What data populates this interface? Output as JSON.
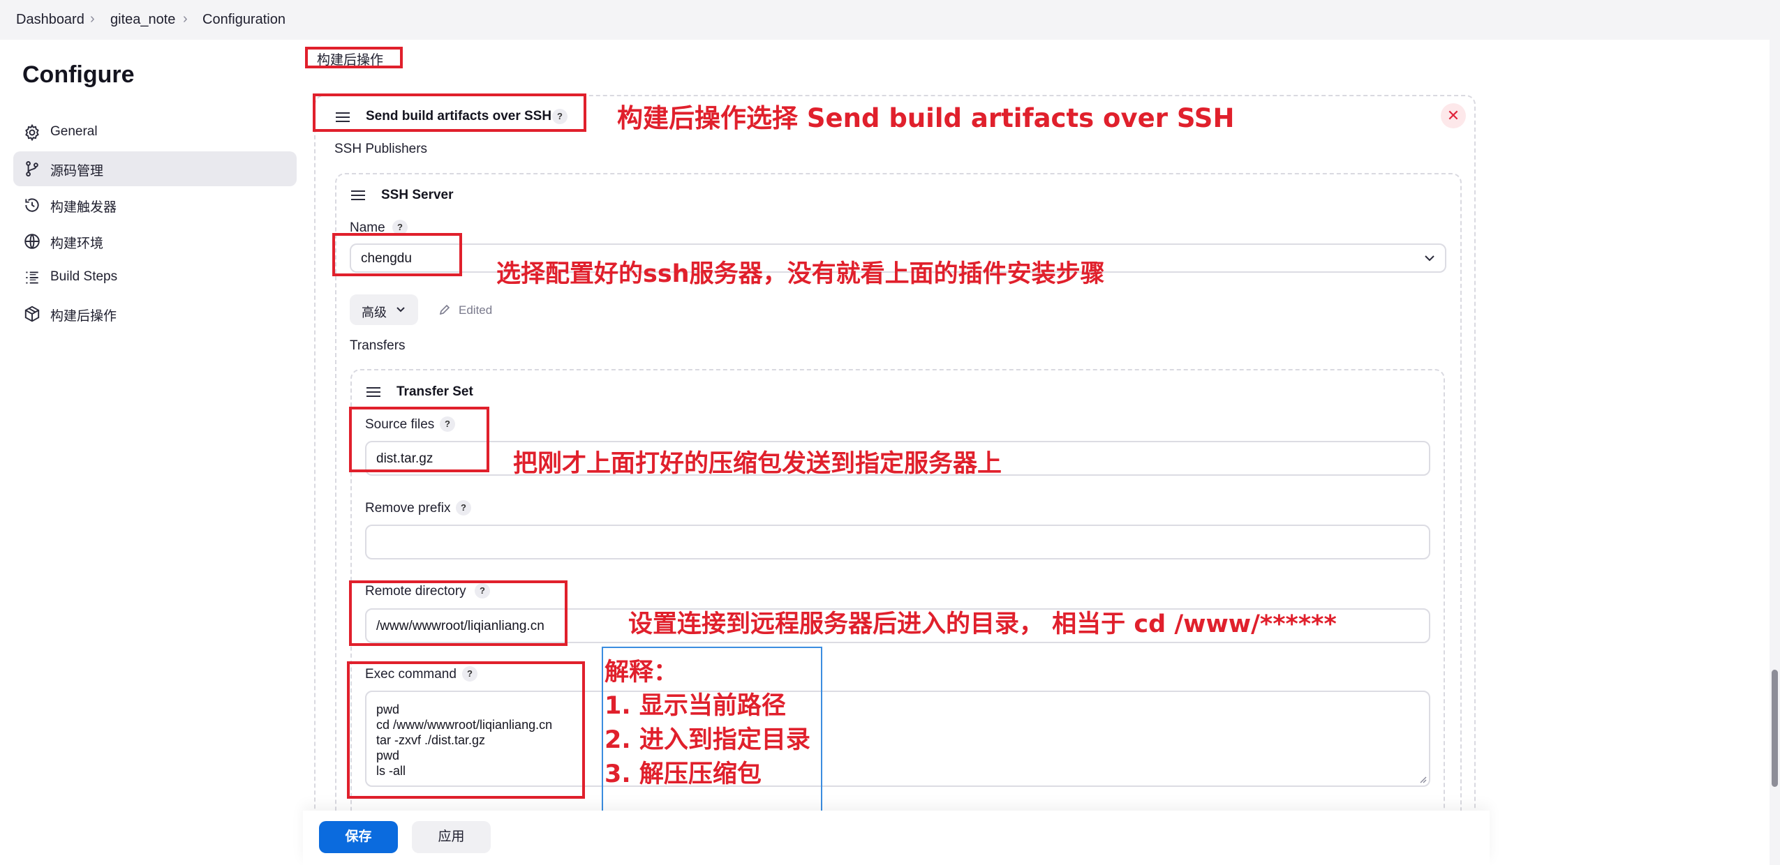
{
  "breadcrumb": [
    "Dashboard",
    "gitea_note",
    "Configuration"
  ],
  "sidebar": {
    "title": "Configure",
    "items": [
      {
        "label": "General",
        "icon": "gear-icon"
      },
      {
        "label": "源码管理",
        "icon": "branch-icon"
      },
      {
        "label": "构建触发器",
        "icon": "clock-icon"
      },
      {
        "label": "构建环境",
        "icon": "globe-icon"
      },
      {
        "label": "Build Steps",
        "icon": "list-icon"
      },
      {
        "label": "构建后操作",
        "icon": "package-icon"
      }
    ],
    "active_index": 1
  },
  "main": {
    "section_heading": "构建后操作",
    "publisher_title": "Send build artifacts over SSH",
    "help_mark": "?",
    "close_symbol": "✕",
    "ssh_publishers_label": "SSH Publishers",
    "ssh_server": {
      "title": "SSH Server",
      "name_label": "Name",
      "name_value": "chengdu",
      "advanced_label": "高级",
      "edited_label": "Edited",
      "transfers_label": "Transfers"
    },
    "transfer_set": {
      "title": "Transfer Set",
      "source_files_label": "Source files",
      "source_files_value": "dist.tar.gz",
      "remove_prefix_label": "Remove prefix",
      "remove_prefix_value": "",
      "remote_directory_label": "Remote directory",
      "remote_directory_value": "/www/wwwroot/liqianliang.cn",
      "exec_command_label": "Exec command",
      "exec_command_lines": [
        "pwd",
        "cd /www/wwwroot/liqianliang.cn",
        "tar -zxvf ./dist.tar.gz",
        "pwd",
        "ls -all"
      ]
    }
  },
  "annotations": {
    "publisher_note": "构建后操作选择 Send build artifacts over SSH",
    "server_note": "选择配置好的ssh服务器，没有就看上面的插件安装步骤",
    "source_note": "把刚才上面打好的压缩包发送到指定服务器上",
    "remote_dir_note": "设置连接到远程服务器后进入的目录， 相当于 cd /www/******",
    "explain_title": "解释：",
    "explain_lines": [
      "1. 显示当前路径",
      "2. 进入到指定目录",
      "3. 解压压缩包"
    ],
    "color": "#e0202c"
  },
  "footer": {
    "save_label": "保存",
    "apply_label": "应用",
    "accent": "#0b6bde"
  }
}
